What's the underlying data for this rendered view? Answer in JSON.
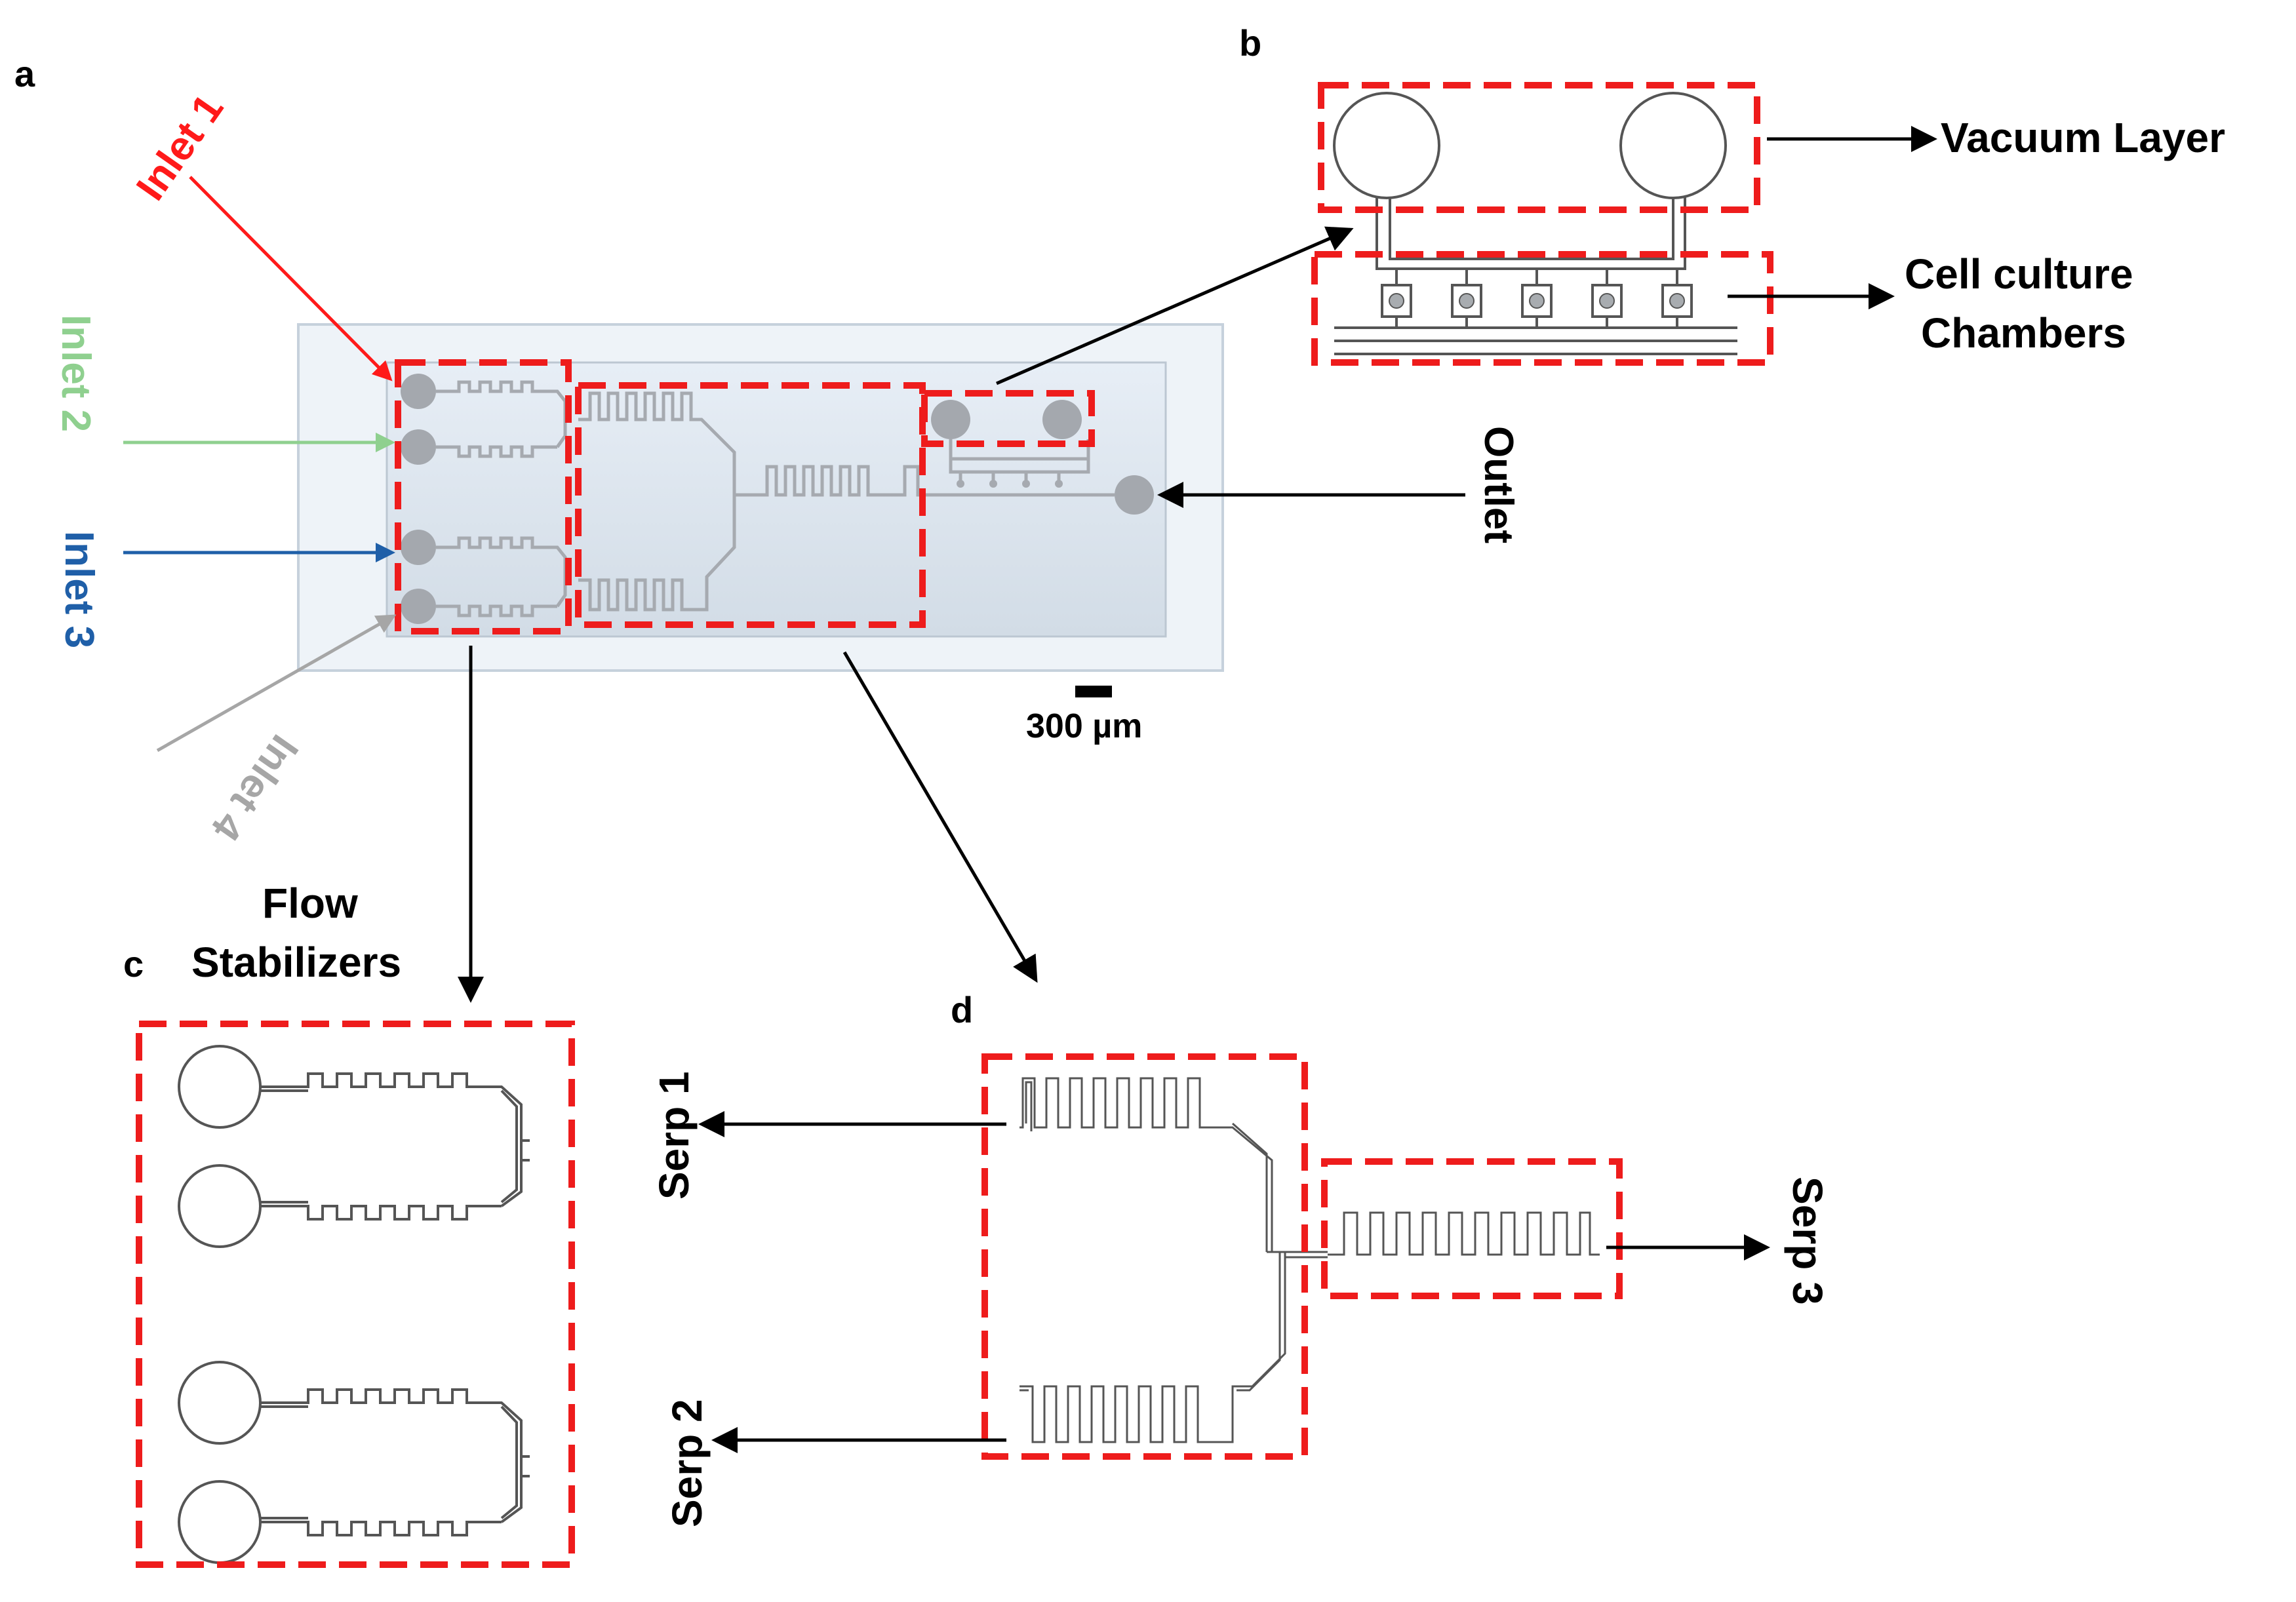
{
  "panels": {
    "a": "a",
    "b": "b",
    "c": "c",
    "d": "d"
  },
  "labels": {
    "inlet1": "Inlet 1",
    "inlet2": "Inlet 2",
    "inlet3": "Inlet 3",
    "inlet4": "Inlet 4",
    "outlet": "Outlet",
    "scale_bar": "300 µm",
    "vacuum_layer": "Vacuum Layer",
    "cell_culture_line1": "Cell culture",
    "cell_culture_line2": "Chambers",
    "flow_line1": "Flow",
    "flow_line2": "Stabilizers",
    "serp1": "Serp 1",
    "serp2": "Serp 2",
    "serp3": "Serp 3"
  },
  "colors": {
    "inlet1": "#ff1a1a",
    "inlet2": "#8fd08f",
    "inlet3": "#1f5fa8",
    "inlet4": "#a6a6a6",
    "highlight_box": "#ee1c1c",
    "chip_glass": "#dde6ef",
    "chip_channel": "#a6aab0",
    "drawing_line": "#555555",
    "arrow": "#000000"
  }
}
